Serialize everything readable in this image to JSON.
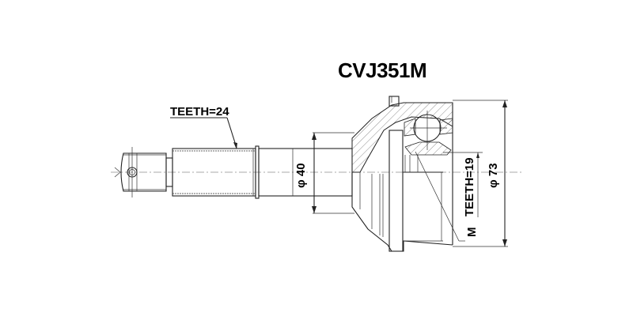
{
  "drawing": {
    "part_number": "CVJ351M",
    "labels": {
      "shaft_teeth": "TEETH=24",
      "shaft_diameter": "φ 40",
      "inner_teeth": "TEETH=19",
      "outer_diameter": "φ 73",
      "thread_mark": "M"
    },
    "colors": {
      "line": "#222222",
      "background": "#ffffff"
    }
  }
}
